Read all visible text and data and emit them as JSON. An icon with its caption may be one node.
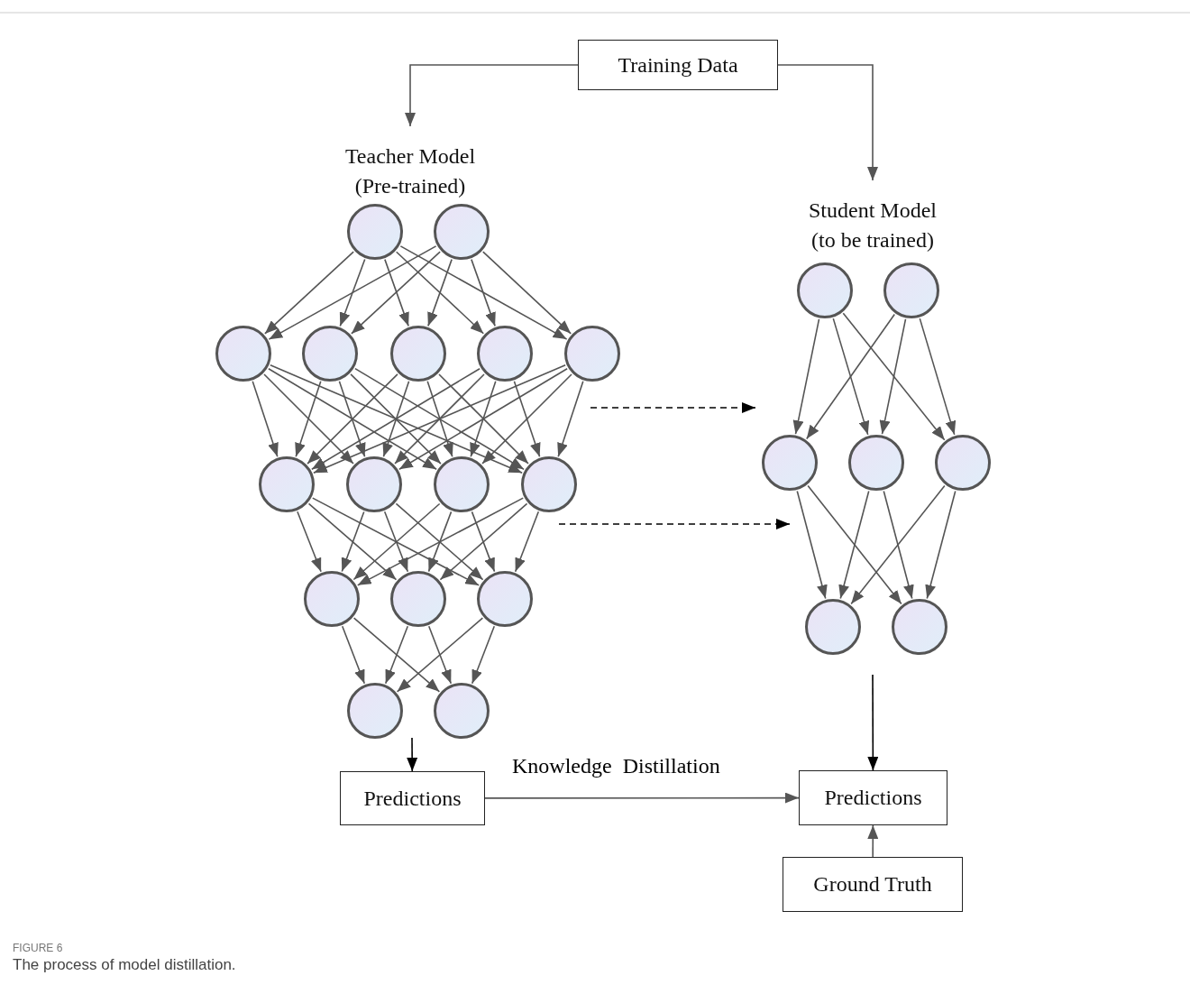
{
  "diagram": {
    "caption": "The process of model distillation.",
    "nodes": [
      {
        "text": [
          "Training Data"
        ]
      },
      {
        "text": [
          "Teacher Model (Pre-trained)"
        ]
      },
      {
        "text": [
          "Student Model (to be trained)"
        ]
      },
      {
        "text": [],
        "shape": "circle"
      },
      {
        "text": [],
        "shape": "circle"
      },
      {
        "text": [],
        "shape": "circle"
      },
      {
        "text": [],
        "shape": "circle"
      },
      {
        "text": [],
        "shape": "circle"
      },
      {
        "text": [],
        "shape": "circle"
      },
      {
        "text": [],
        "shape": "circle"
      },
      {
        "text": [],
        "shape": "circle"
      },
      {
        "text": [],
        "shape": "circle"
      },
      {
        "text": [],
        "shape": "circle"
      },
      {
        "text": [],
        "shape": "circle"
      },
      {
        "text": [],
        "shape": "circle"
      },
      {
        "text": [],
        "shape": "circle"
      },
      {
        "text": [],
        "shape": "circle"
      },
      {
        "text": [],
        "shape": "circle"
      },
      {
        "text": [],
        "shape": "circle"
      },
      {
        "text": [],
        "shape": "circle"
      },
      {
        "text": [],
        "shape": "circle"
      },
      {
        "text": [],
        "shape": "circle"
      },
      {
        "text": [],
        "shape": "circle"
      },
      {
        "text": [],
        "shape": "circle"
      },
      {
        "text": [],
        "shape": "circle"
      },
      {
        "text": [],
        "shape": "circle"
      },
      {
        "text": [
          "Predictions"
        ]
      },
      {
        "text": [
          "Predictions"
        ]
      },
      {
        "text": [
          "Ground Truth"
        ]
      }
    ],
    "edges": [
      {
        "from": 0,
        "to": 1,
        "arrow": "to"
      },
      {
        "from": 0,
        "to": 2,
        "arrow": "to"
      },
      {
        "from": 3,
        "to": 5,
        "arrow": "to"
      },
      {
        "from": 3,
        "to": 6,
        "arrow": "to"
      },
      {
        "from": 3,
        "to": 7,
        "arrow": "to"
      },
      {
        "from": 3,
        "to": 8,
        "arrow": "to"
      },
      {
        "from": 3,
        "to": 9,
        "arrow": "to"
      },
      {
        "from": 4,
        "to": 5,
        "arrow": "to"
      },
      {
        "from": 4,
        "to": 6,
        "arrow": "to"
      },
      {
        "from": 4,
        "to": 7,
        "arrow": "to"
      },
      {
        "from": 4,
        "to": 8,
        "arrow": "to"
      },
      {
        "from": 4,
        "to": 9,
        "arrow": "to"
      },
      {
        "from": 5,
        "to": 10,
        "arrow": "to"
      },
      {
        "from": 5,
        "to": 11,
        "arrow": "to"
      },
      {
        "from": 5,
        "to": 12,
        "arrow": "to"
      },
      {
        "from": 5,
        "to": 13,
        "arrow": "to"
      },
      {
        "from": 6,
        "to": 10,
        "arrow": "to"
      },
      {
        "from": 6,
        "to": 11,
        "arrow": "to"
      },
      {
        "from": 6,
        "to": 12,
        "arrow": "to"
      },
      {
        "from": 6,
        "to": 13,
        "arrow": "to"
      },
      {
        "from": 7,
        "to": 10,
        "arrow": "to"
      },
      {
        "from": 7,
        "to": 11,
        "arrow": "to"
      },
      {
        "from": 7,
        "to": 12,
        "arrow": "to"
      },
      {
        "from": 7,
        "to": 13,
        "arrow": "to"
      },
      {
        "from": 8,
        "to": 10,
        "arrow": "to"
      },
      {
        "from": 8,
        "to": 11,
        "arrow": "to"
      },
      {
        "from": 8,
        "to": 12,
        "arrow": "to"
      },
      {
        "from": 8,
        "to": 13,
        "arrow": "to"
      },
      {
        "from": 9,
        "to": 10,
        "arrow": "to"
      },
      {
        "from": 9,
        "to": 11,
        "arrow": "to"
      },
      {
        "from": 9,
        "to": 12,
        "arrow": "to"
      },
      {
        "from": 9,
        "to": 13,
        "arrow": "to"
      },
      {
        "from": 10,
        "to": 14,
        "arrow": "to"
      },
      {
        "from": 10,
        "to": 15,
        "arrow": "to"
      },
      {
        "from": 10,
        "to": 16,
        "arrow": "to"
      },
      {
        "from": 11,
        "to": 14,
        "arrow": "to"
      },
      {
        "from": 11,
        "to": 15,
        "arrow": "to"
      },
      {
        "from": 11,
        "to": 16,
        "arrow": "to"
      },
      {
        "from": 12,
        "to": 14,
        "arrow": "to"
      },
      {
        "from": 12,
        "to": 15,
        "arrow": "to"
      },
      {
        "from": 12,
        "to": 16,
        "arrow": "to"
      },
      {
        "from": 13,
        "to": 14,
        "arrow": "to"
      },
      {
        "from": 13,
        "to": 15,
        "arrow": "to"
      },
      {
        "from": 13,
        "to": 16,
        "arrow": "to"
      },
      {
        "from": 14,
        "to": 17,
        "arrow": "to"
      },
      {
        "from": 14,
        "to": 18,
        "arrow": "to"
      },
      {
        "from": 15,
        "to": 17,
        "arrow": "to"
      },
      {
        "from": 15,
        "to": 18,
        "arrow": "to"
      },
      {
        "from": 16,
        "to": 17,
        "arrow": "to"
      },
      {
        "from": 16,
        "to": 18,
        "arrow": "to"
      },
      {
        "from": 19,
        "to": 21,
        "arrow": "to"
      },
      {
        "from": 19,
        "to": 22,
        "arrow": "to"
      },
      {
        "from": 19,
        "to": 23,
        "arrow": "to"
      },
      {
        "from": 20,
        "to": 21,
        "arrow": "to"
      },
      {
        "from": 20,
        "to": 22,
        "arrow": "to"
      },
      {
        "from": 20,
        "to": 23,
        "arrow": "to"
      },
      {
        "from": 21,
        "to": 24,
        "arrow": "to"
      },
      {
        "from": 21,
        "to": 25,
        "arrow": "to"
      },
      {
        "from": 22,
        "to": 24,
        "arrow": "to"
      },
      {
        "from": 22,
        "to": 25,
        "arrow": "to"
      },
      {
        "from": 23,
        "to": 24,
        "arrow": "to"
      },
      {
        "from": 23,
        "to": 25,
        "arrow": "to"
      },
      {
        "from": 17,
        "to": 26,
        "arrow": "to",
        "color": "#000000"
      },
      {
        "from": null,
        "to": 27,
        "arrow": "to",
        "color": "#000000"
      },
      {
        "from": 26,
        "to": 27,
        "arrow": "to",
        "label": "Knowledge  Distillation"
      },
      {
        "from": 28,
        "to": 27,
        "arrow": "to"
      },
      {
        "from": 9,
        "to": 21,
        "arrow": "to",
        "style": "dashed",
        "color": "#000000"
      },
      {
        "from": 13,
        "to": 21,
        "arrow": "to",
        "style": "dashed",
        "color": "#000000"
      }
    ],
    "labels": [
      "FIGURE 6"
    ]
  }
}
